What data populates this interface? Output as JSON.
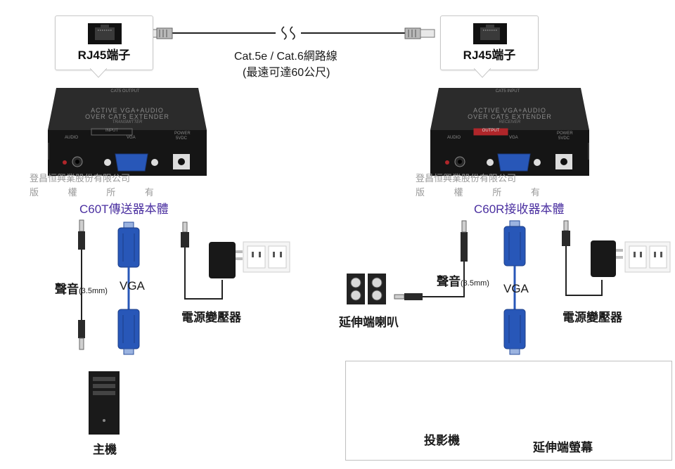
{
  "cable": {
    "line1": "Cat.5e / Cat.6網路線",
    "line2": "(最遠可達60公尺)"
  },
  "transmitter": {
    "bubble_label": "RJ45端子",
    "panel_text": {
      "top": "CAT5 OUTPUT",
      "title": "ACTIVE VGA+AUDIO",
      "subtitle": "OVER CAT5 EXTENDER",
      "mode": "TRANSMITTER",
      "power": "POWER",
      "group": "INPUT",
      "audio": "AUDIO",
      "vga": "VGA",
      "dc_power": "POWER",
      "dc_volt": "5VDC"
    },
    "watermark_line1": "登昌恒興業股份有限公司",
    "watermark_line2": "版 權 所 有",
    "name": "C60T傳送器本體",
    "audio_label": "聲音",
    "audio_spec": "(3.5mm)",
    "vga_label": "VGA",
    "power_label": "電源變壓器",
    "host_label": "主機"
  },
  "receiver": {
    "bubble_label": "RJ45端子",
    "panel_text": {
      "top": "CAT5 INPUT",
      "title": "ACTIVE VGA+AUDIO",
      "subtitle": "OVER CAT5 EXTENDER",
      "mode": "RECEIVER",
      "power": "POWER",
      "group": "OUTPUT",
      "audio": "AUDIO",
      "vga": "VGA",
      "dc_power": "POWER",
      "dc_volt": "5VDC"
    },
    "watermark_line1": "登昌恒興業股份有限公司",
    "watermark_line2": "版 權 所 有",
    "name": "C60R接收器本體",
    "speaker_label": "延伸端喇叭",
    "audio_label": "聲音",
    "audio_spec": "(3.5mm)",
    "vga_label": "VGA",
    "power_label": "電源變壓器",
    "projector_label": "投影機",
    "monitor_label": "延伸端螢幕"
  },
  "colors": {
    "device_body": "#1c1c1c",
    "device_text": "#8a8a8a",
    "accent_red": "#b0262a",
    "vga_blue": "#2857b8",
    "name_purple": "#4a2fa0",
    "watermark": "#9a9a9a"
  },
  "icons": [
    "rj45-jack-icon",
    "cable-break-icon",
    "vga-connector-icon",
    "audio-plug-icon",
    "dc-plug-icon",
    "power-adapter-icon",
    "wall-outlet-icon",
    "pc-tower-icon",
    "speaker-icon",
    "projector-icon",
    "lcd-monitor-icon"
  ]
}
